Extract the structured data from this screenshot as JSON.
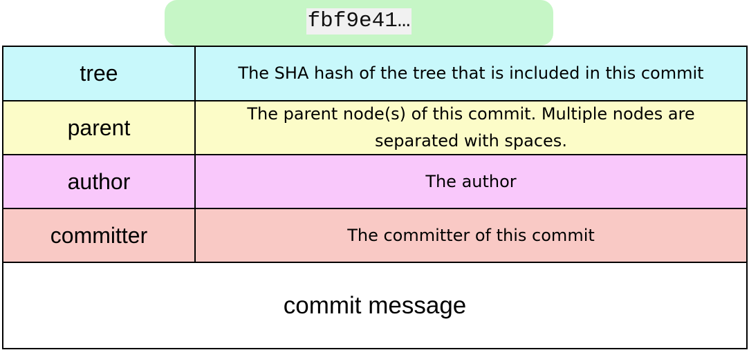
{
  "commit_hash": "fbf9e41…",
  "rows": [
    {
      "label": "tree",
      "description": "The SHA hash of the tree that is included in this commit",
      "color": "#c8f8fb"
    },
    {
      "label": "parent",
      "description": "The parent node(s) of this commit. Multiple nodes are separated with spaces.",
      "color": "#fcfcc8"
    },
    {
      "label": "author",
      "description": "The author",
      "color": "#f9c8fb"
    },
    {
      "label": "committer",
      "description": "The committer of this commit",
      "color": "#f9c9c5"
    }
  ],
  "message_label": "commit message",
  "colors": {
    "hash_box": "#c6f6c6",
    "border": "#000000"
  }
}
